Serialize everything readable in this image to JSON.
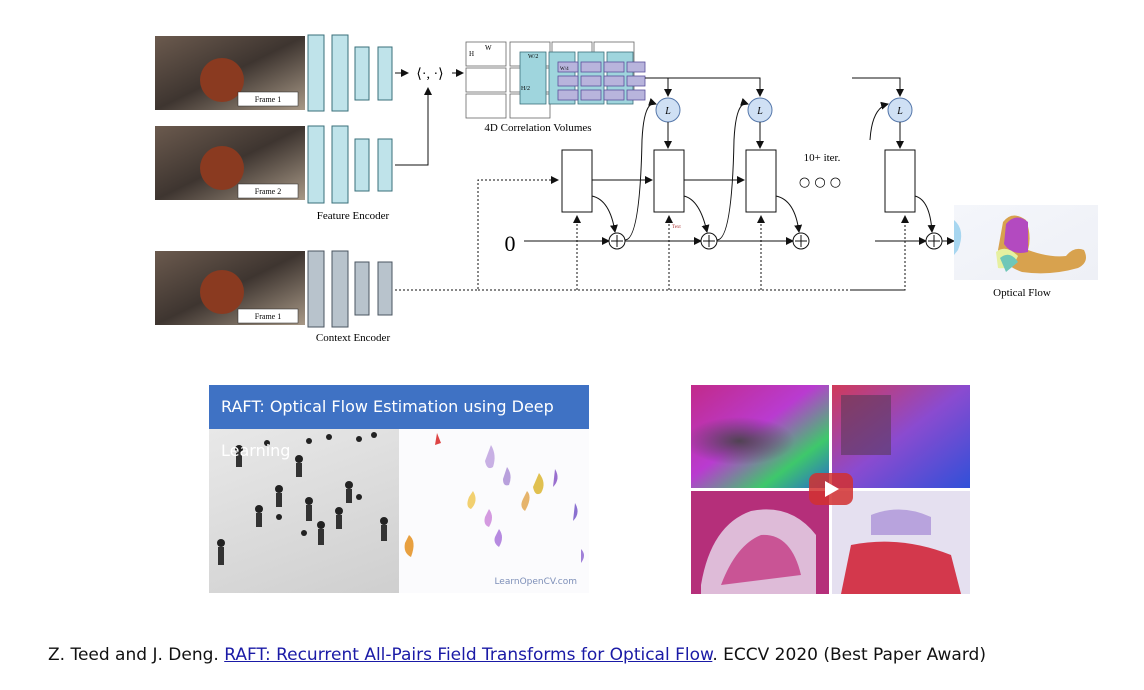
{
  "diagram": {
    "frame_labels": [
      "Frame 1",
      "Frame 2",
      "Frame 1"
    ],
    "feature_encoder_label": "Feature Encoder",
    "context_encoder_label": "Context Encoder",
    "correlation_op_label": "⟨·, ·⟩",
    "correlation_label": "4D Correlation Volumes",
    "corr_dims": [
      "W",
      "H",
      "W/2",
      "H/2",
      "W/4"
    ],
    "lookup_symbol": "L",
    "iter_label": "10+ iter.",
    "ellipsis": "○ ○ ○",
    "initial_flow": "0",
    "small_note": "Text",
    "output_label": "Optical Flow"
  },
  "videos": [
    {
      "title": "RAFT: Optical Flow Estimation using Deep Learning",
      "watermark": "LearnOpenCV.com"
    },
    {
      "title": ""
    }
  ],
  "citation": {
    "authors": "Z. Teed and J. Deng.",
    "link_text": "RAFT: Recurrent All-Pairs Field Transforms for Optical Flow",
    "venue": ". ECCV 2020 (Best Paper Award)"
  },
  "colors": {
    "encoder_blue": "#bfe3ea",
    "context_gray": "#b8c3cc",
    "video_title_bar": "#3f72c4"
  }
}
